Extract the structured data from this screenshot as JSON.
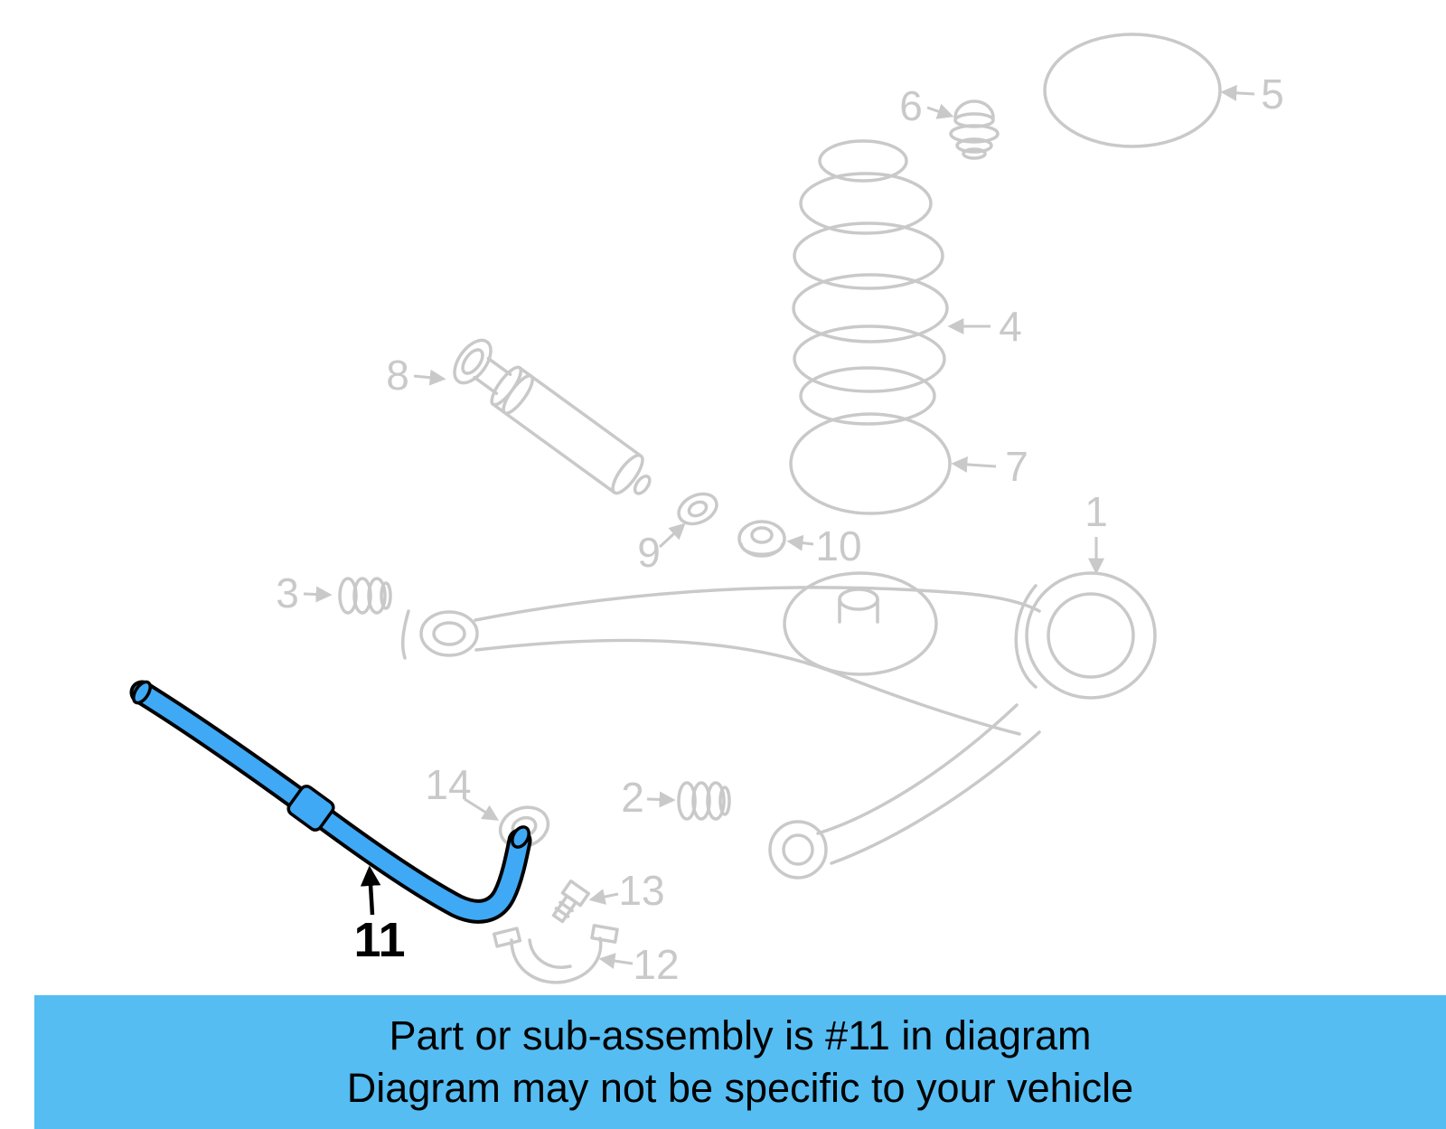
{
  "colors": {
    "line-gray": "#c9c9c9",
    "highlight-blue": "#3fa9f5",
    "banner-blue": "#55bdf2"
  },
  "diagram": {
    "callout_labels": [
      "1",
      "2",
      "3",
      "4",
      "5",
      "6",
      "7",
      "8",
      "9",
      "10",
      "11",
      "12",
      "13",
      "14"
    ]
  },
  "banner": {
    "line1": "Part or sub-assembly is #11 in diagram",
    "line2": "Diagram may not be specific to your vehicle"
  }
}
